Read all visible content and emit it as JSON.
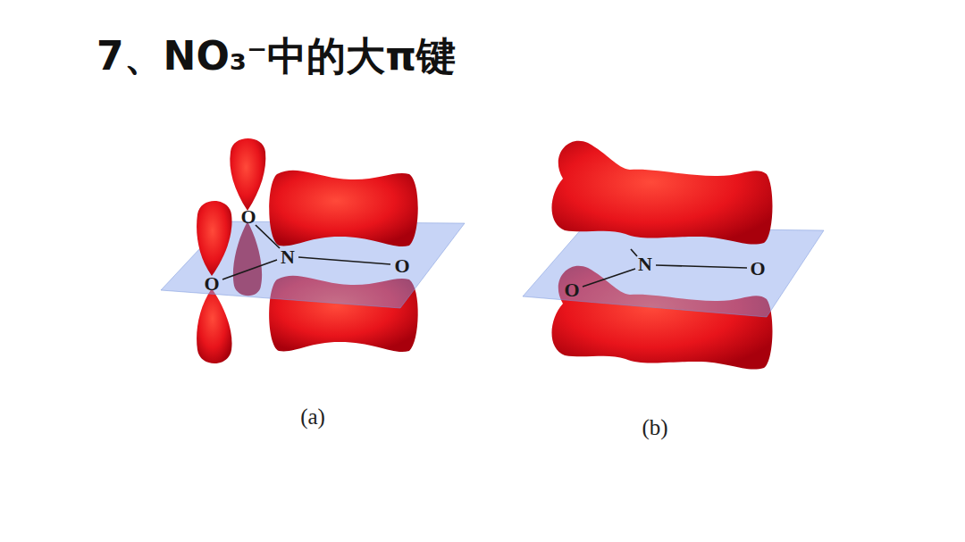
{
  "diagram": {
    "title": "7、NO₃⁻中的大π键",
    "labels": [
      "O",
      "N",
      "O",
      "O",
      "N",
      "O",
      "O",
      "(a)",
      "(b)"
    ]
  }
}
